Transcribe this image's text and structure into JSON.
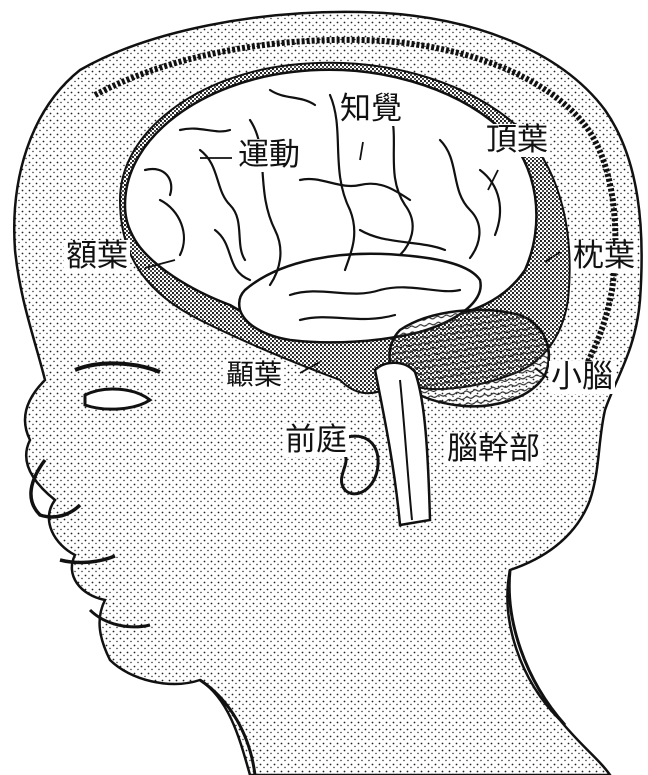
{
  "labels": {
    "motor": "運動",
    "sensory": "知覺",
    "parietal": "頂葉",
    "frontal": "額葉",
    "occipital": "枕葉",
    "temporal": "顳葉",
    "cerebellum": "小腦",
    "vestibule": "前庭",
    "brainstem": "腦幹部"
  },
  "colors": {
    "ink": "#111111",
    "paper": "#ffffff"
  }
}
